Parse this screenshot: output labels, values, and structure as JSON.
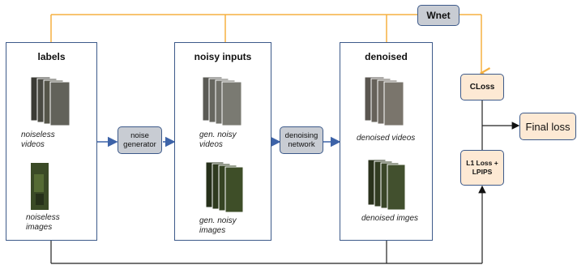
{
  "panels": {
    "labels": {
      "title": "labels",
      "videos_caption": "noiseless videos",
      "images_caption": "noiseless images"
    },
    "noisy": {
      "title": "noisy inputs",
      "videos_caption": "gen. noisy videos",
      "images_caption": "gen. noisy images"
    },
    "denoised": {
      "title": "denoised",
      "videos_caption": "denoised videos",
      "images_caption": "denoised imges"
    }
  },
  "boxes": {
    "noise_generator": "noise generator",
    "denoising_network": "denoising network",
    "wnet": "Wnet",
    "closs": "CLoss",
    "l1_lpips": "L1 Loss + LPIPS",
    "final_loss": "Final loss"
  },
  "colors": {
    "panel_border": "#3d5a8a",
    "orange_line": "#f5b041",
    "gray_box": "#c8ccd3",
    "peach_box": "#fde9d4",
    "arrow_blue": "#3d63a8"
  }
}
